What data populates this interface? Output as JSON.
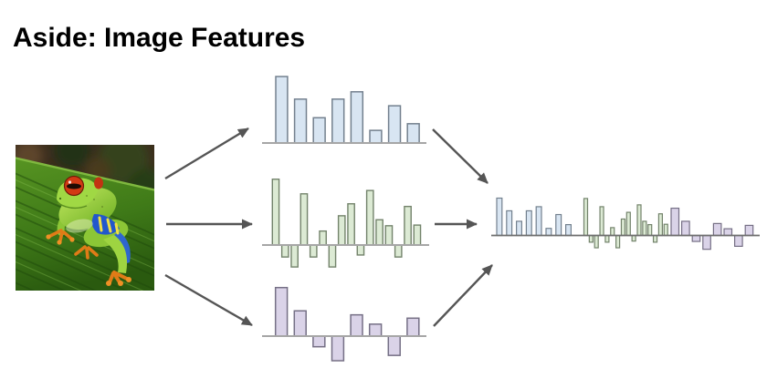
{
  "title": "Aside: Image Features",
  "image": {
    "description": "red-eyed tree frog sitting on a green leaf"
  },
  "colors": {
    "title_text": "#000000",
    "arrow": "#555555",
    "blue_fill": "#d8e5f2",
    "blue_stroke": "#73808e",
    "green_fill": "#dcead4",
    "green_stroke": "#73836b",
    "purple_fill": "#dad3e8",
    "purple_stroke": "#756f85",
    "baseline_light": "#a6a6a6",
    "baseline_dark": "#6e6e6e"
  },
  "chart_data": [
    {
      "id": "histogram-blue",
      "type": "bar",
      "color": "blue",
      "values": [
        1.0,
        0.66,
        0.38,
        0.66,
        0.77,
        0.19,
        0.56,
        0.29
      ],
      "title": "",
      "xlabel": "",
      "ylabel": "",
      "axes": "none",
      "grid": false,
      "note": "unitless feature amplitudes, baseline at zero"
    },
    {
      "id": "histogram-green",
      "type": "bar",
      "color": "green",
      "values": [
        0.99,
        -0.18,
        -0.33,
        0.77,
        -0.18,
        0.21,
        -0.33,
        0.44,
        0.62,
        -0.15,
        0.82,
        0.38,
        0.29,
        -0.18,
        0.58,
        0.3
      ],
      "title": "",
      "xlabel": "",
      "ylabel": "",
      "axes": "none",
      "grid": false,
      "note": "unitless feature amplitudes, positive and negative bars around zero baseline"
    },
    {
      "id": "histogram-purple",
      "type": "bar",
      "color": "purple",
      "values": [
        0.73,
        0.38,
        -0.16,
        -0.37,
        0.32,
        0.18,
        -0.29,
        0.27
      ],
      "title": "",
      "xlabel": "",
      "ylabel": "",
      "axes": "none",
      "grid": false,
      "note": "unitless feature amplitudes, positive and negative bars around zero baseline"
    },
    {
      "id": "concatenated-feature-vector",
      "type": "bar",
      "series": [
        {
          "name": "histogram-blue",
          "color": "blue",
          "values": [
            1.0,
            0.66,
            0.38,
            0.66,
            0.77,
            0.19,
            0.56,
            0.29
          ]
        },
        {
          "name": "histogram-green",
          "color": "green",
          "values": [
            0.99,
            -0.18,
            -0.33,
            0.77,
            -0.18,
            0.21,
            -0.33,
            0.44,
            0.62,
            -0.15,
            0.82,
            0.38,
            0.29,
            -0.18,
            0.58,
            0.3
          ]
        },
        {
          "name": "histogram-purple",
          "color": "purple",
          "values": [
            0.73,
            0.38,
            -0.16,
            -0.37,
            0.32,
            0.18,
            -0.29,
            0.27
          ]
        }
      ],
      "title": "",
      "xlabel": "",
      "ylabel": "",
      "axes": "none",
      "grid": false,
      "note": "concatenation of the three histograms drawn at reduced vertical scale"
    }
  ]
}
